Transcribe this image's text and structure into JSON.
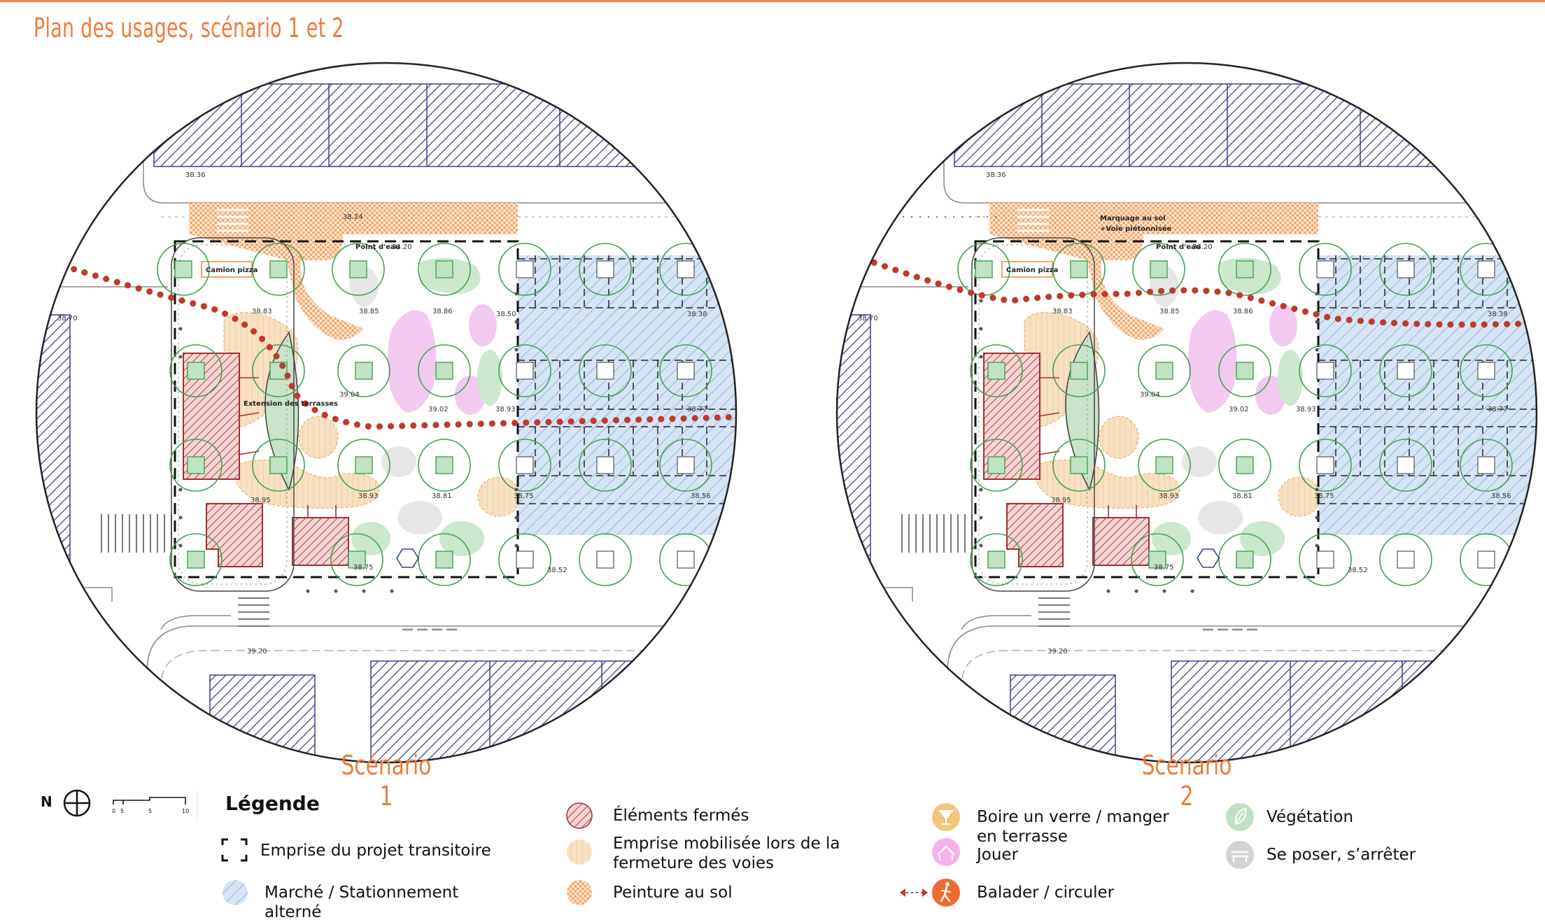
{
  "title": "Plan des usages, scénario 1 et 2",
  "scenario_labels": [
    "Scénario 1",
    "Scénario 2"
  ],
  "plan_labels": {
    "camion_pizza": "Camion pizza",
    "point_eau": "Point d'eau",
    "extension_terrasses": "Extension des terrasses",
    "marquage": "Marquage au sol",
    "voie_pietonnisee": "+Voie piétonnisée"
  },
  "elevations": [
    "38.36",
    "38.24",
    "38.20",
    "38.70",
    "38.83",
    "38.85",
    "38.86",
    "38.50",
    "38.38",
    "39.04",
    "39.02",
    "38.93",
    "38.77",
    "38.95",
    "38.93",
    "38.81",
    "38.75",
    "38.56",
    "38.75",
    "38.52",
    "39.20"
  ],
  "scale": {
    "north_label": "N",
    "ticks": [
      "0",
      "5",
      "5",
      "10"
    ]
  },
  "legend": {
    "title": "Légende",
    "items": [
      {
        "id": "emprise",
        "label": "Emprise du projet transitoire"
      },
      {
        "id": "marche",
        "label": "Marché / Stationnement alterné"
      },
      {
        "id": "fermes",
        "label": "Éléments fermés"
      },
      {
        "id": "mobilisee",
        "label": "Emprise mobilisée lors de la fermeture des voies"
      },
      {
        "id": "peinture",
        "label": "Peinture au sol"
      },
      {
        "id": "boire",
        "label": "Boire un verre / manger en terrasse"
      },
      {
        "id": "jouer",
        "label": "Jouer"
      },
      {
        "id": "balader",
        "label": "Balader / circuler"
      },
      {
        "id": "vegetation",
        "label": "Végétation"
      },
      {
        "id": "poser",
        "label": "Se poser, s’arrêter"
      }
    ]
  },
  "colors": {
    "accent": "#f07a3a",
    "blue": "#cfe0f4",
    "hatch_red": "#b33a3a",
    "pink": "#f3c9f1",
    "beige": "#f7e0bf",
    "green": "#bfe0c2",
    "gray": "#e6e6e6",
    "path_dots": "#c0392b",
    "buildings": "#3a3f8a"
  }
}
